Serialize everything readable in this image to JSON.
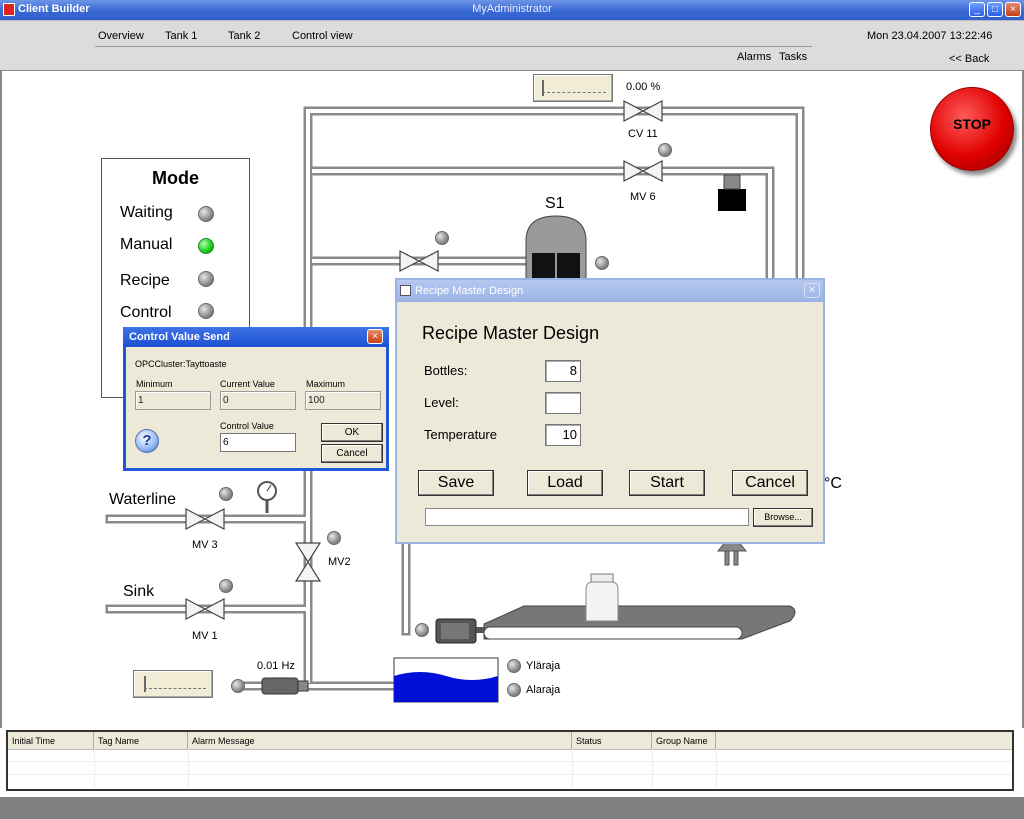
{
  "window": {
    "app_title": "Client Builder",
    "center_title": "MyAdministrator",
    "btn_min": "_",
    "btn_max": "□",
    "btn_close": "×"
  },
  "nav": {
    "items": [
      "Overview",
      "Tank 1",
      "Tank 2",
      "Control view"
    ],
    "datetime": "Mon 23.04.2007 13:22:46",
    "alarms": "Alarms",
    "tasks": "Tasks",
    "back": "<< Back"
  },
  "mode": {
    "title": "Mode",
    "items": [
      {
        "label": "Waiting",
        "active": false
      },
      {
        "label": "Manual",
        "active": true
      },
      {
        "label": "Recipe",
        "active": false
      },
      {
        "label": "Control",
        "active": false
      }
    ]
  },
  "process": {
    "cv11_value": "0.00 %",
    "cv11": "CV 11",
    "mv6": "MV 6",
    "s1": "S1",
    "waterline": "Waterline",
    "sink": "Sink",
    "mv3": "MV 3",
    "mv2": "MV2",
    "mv1": "MV 1",
    "freq": "0.01 Hz",
    "ylaraja": "Yläraja",
    "alaraja": "Alaraja",
    "unit_c": "°C",
    "stop": "STOP"
  },
  "control_dialog": {
    "title": "Control Value Send",
    "close": "×",
    "tag": "OPCCluster:Tayttoaste",
    "min_label": "Minimum",
    "min_value": "1",
    "cur_label": "Current Value",
    "cur_value": "0",
    "max_label": "Maximum",
    "max_value": "100",
    "cv_label": "Control Value",
    "cv_value": "6",
    "ok": "OK",
    "cancel": "Cancel",
    "help_icon": "?"
  },
  "recipe_dialog": {
    "title": "Recipe Master Design",
    "close": "×",
    "heading": "Recipe Master Design",
    "bottles_label": "Bottles:",
    "bottles_value": "8",
    "level_label": "Level:",
    "level_value": "",
    "temp_label": "Temperature",
    "temp_value": "10",
    "save": "Save",
    "load": "Load",
    "start": "Start",
    "cancel": "Cancel",
    "browse": "Browse...",
    "path_value": ""
  },
  "alarm_table": {
    "columns": [
      "Initial Time",
      "Tag Name",
      "Alarm Message",
      "Status",
      "Group Name"
    ]
  },
  "colors": {
    "titlebar": "#3a68d4",
    "stop": "#e00000",
    "manual_lamp": "#19d11f",
    "water": "#0010d8"
  }
}
